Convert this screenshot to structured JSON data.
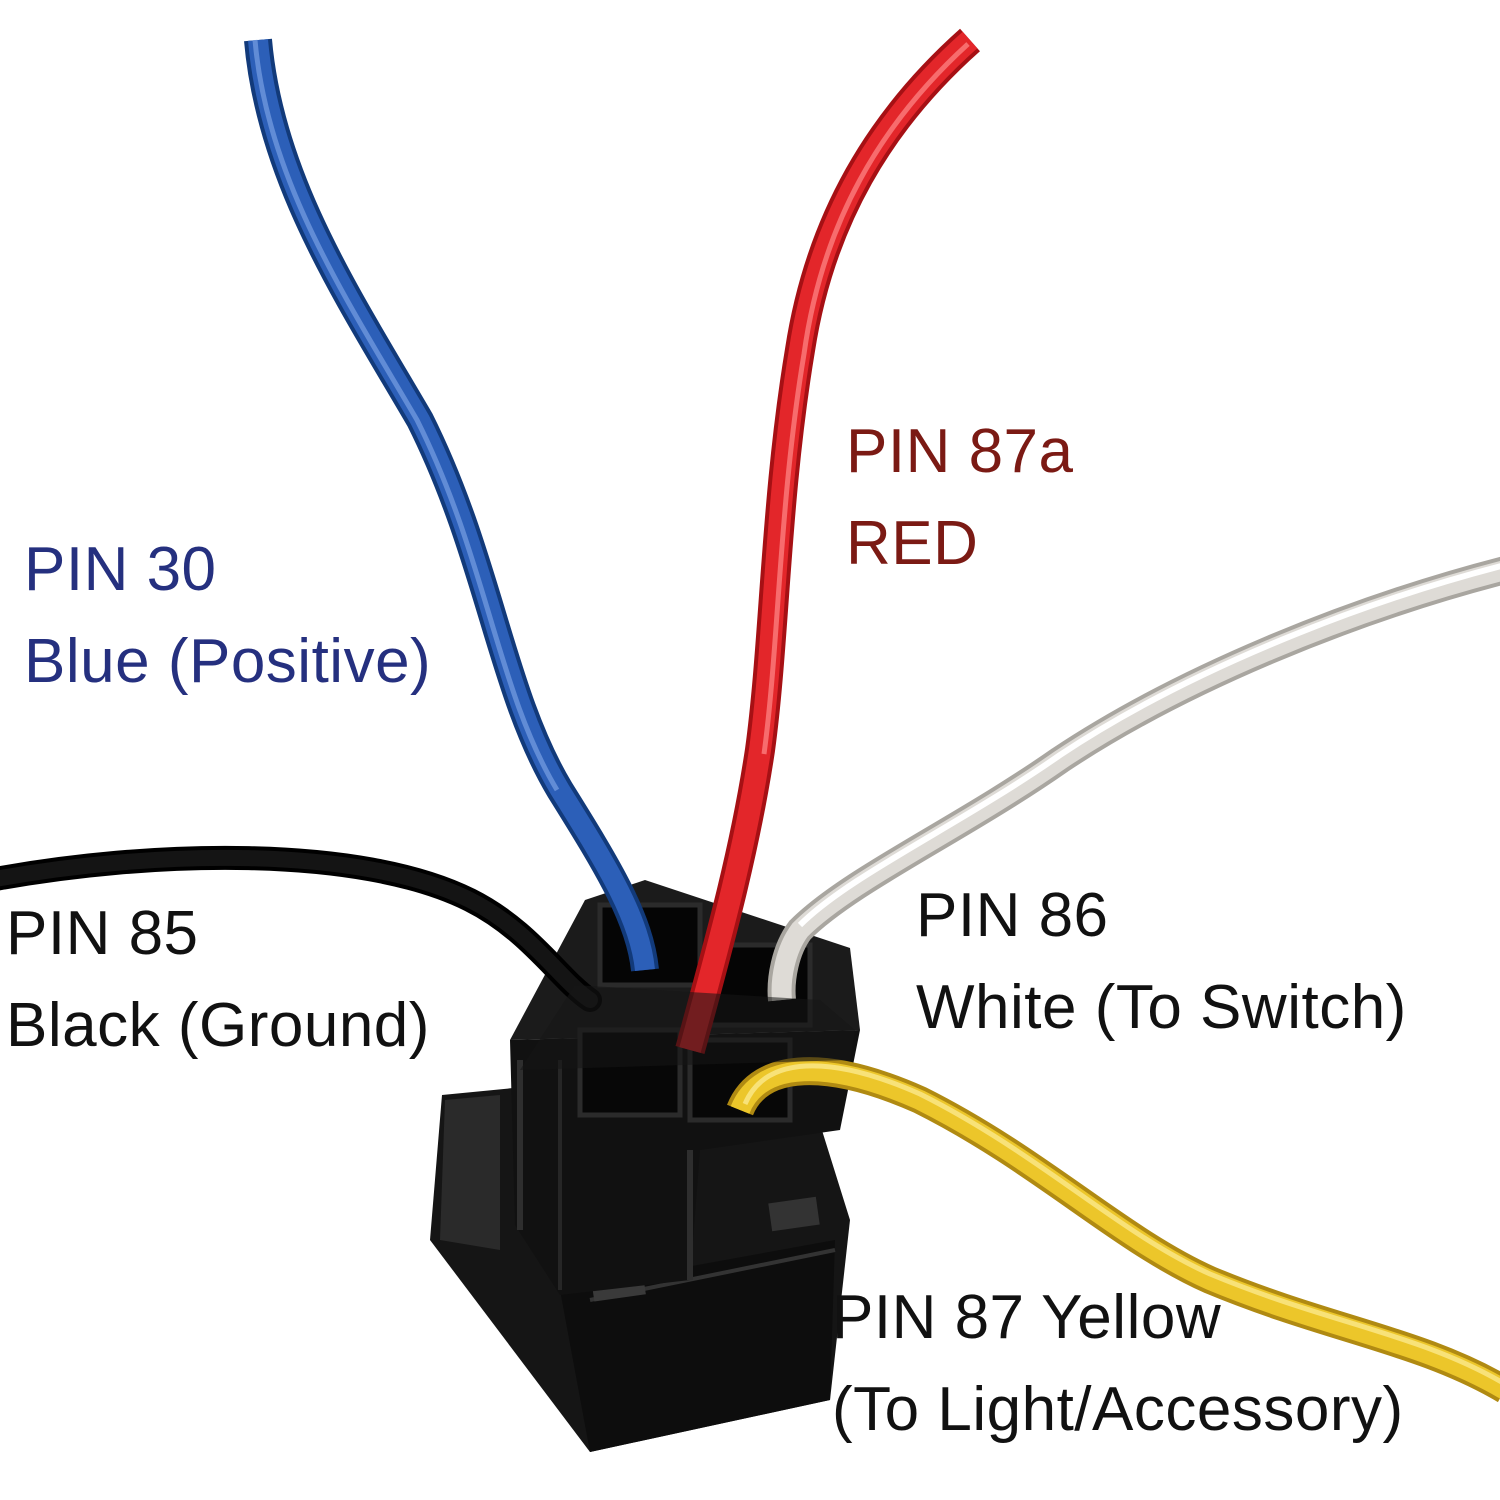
{
  "pins": {
    "pin30": {
      "line1": "PIN 30",
      "line2": "Blue (Positive)",
      "wire_color": "#2c5fb8",
      "text_color": "#25307f"
    },
    "pin87a": {
      "line1": "PIN 87a",
      "line2": "RED",
      "wire_color": "#e3262a",
      "text_color": "#7b1a14"
    },
    "pin85": {
      "line1": "PIN 85",
      "line2": "Black (Ground)",
      "wire_color": "#141414",
      "text_color": "#111111"
    },
    "pin86": {
      "line1": "PIN 86",
      "line2": "White (To Switch)",
      "wire_color": "#dedbd6",
      "text_color": "#111111"
    },
    "pin87": {
      "line1": "PIN 87 Yellow",
      "line2": "(To Light/Accessory)",
      "wire_color": "#ecc62a",
      "text_color": "#111111"
    }
  },
  "connector": {
    "body_color": "#141414"
  }
}
